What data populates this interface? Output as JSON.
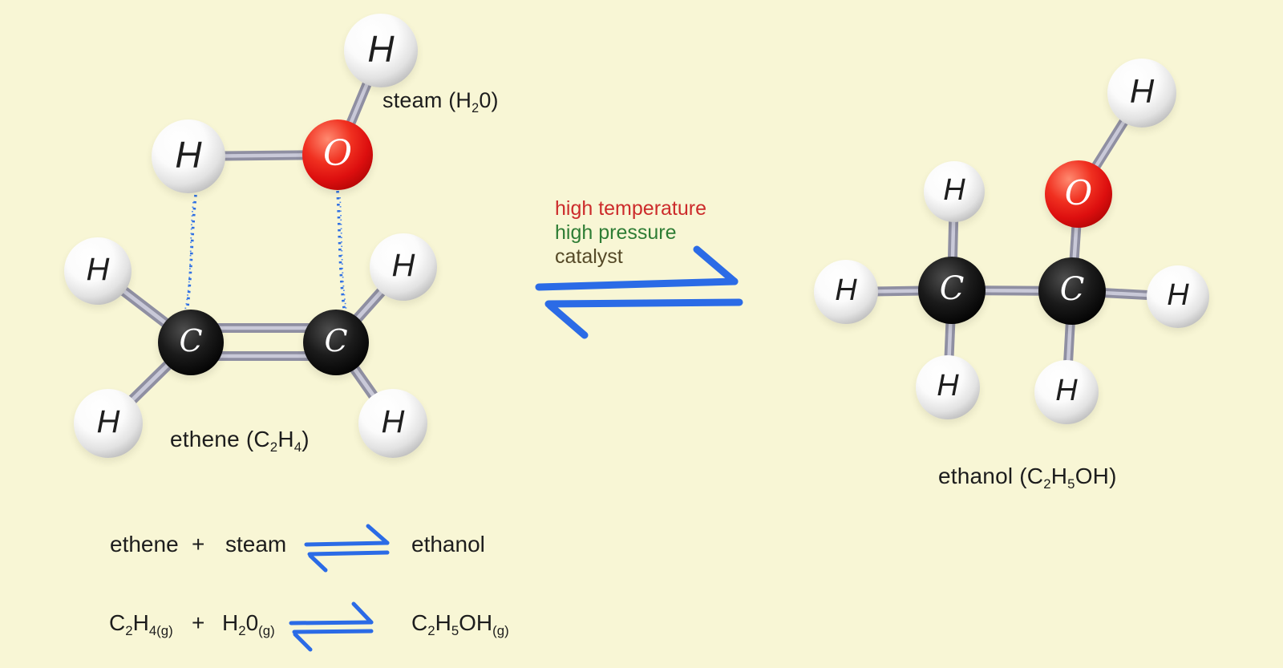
{
  "molecule_labels": {
    "steam": {
      "p1": "steam (H",
      "p2": "2",
      "p3": "0)"
    },
    "ethene": {
      "p1": "ethene (C",
      "p2": "2",
      "p3": "H",
      "p4": "4",
      "p5": ")"
    },
    "ethanol": {
      "p1": "ethanol (C",
      "p2": "2",
      "p3": "H",
      "p4": "5",
      "p5": "OH)"
    }
  },
  "conditions": {
    "temperature": "high temperature",
    "pressure": "high pressure",
    "catalyst": "catalyst"
  },
  "atoms": {
    "steam": {
      "h1": "H",
      "h2": "H",
      "o": "O"
    },
    "ethene": {
      "c1": "C",
      "c2": "C",
      "h1": "H",
      "h2": "H",
      "h3": "H",
      "h4": "H"
    },
    "ethanol": {
      "c1": "C",
      "c2": "C",
      "o": "O",
      "h1": "H",
      "h2": "H",
      "h3": "H",
      "h4": "H",
      "h5": "H",
      "h6": "H"
    }
  },
  "word_equation": {
    "reactant1": "ethene",
    "plus": "+",
    "reactant2": "steam",
    "product": "ethanol"
  },
  "formula_equation": {
    "reactant1": {
      "p1": "C",
      "p2": "2",
      "p3": "H",
      "p4": "4(g)"
    },
    "plus": "+",
    "reactant2": {
      "p1": "H",
      "p2": "2",
      "p3": "0",
      "p4": "(g)"
    },
    "product": {
      "p1": "C",
      "p2": "2",
      "p3": "H",
      "p4": "5",
      "p5": "OH",
      "p6": "(g)"
    }
  },
  "colors": {
    "background": "#f8f6d5",
    "arrow_blue": "#2b6be6",
    "dotted_line_blue": "#2e6fe2",
    "temperature_red": "#cc2b2b",
    "pressure_green": "#2e7d35",
    "catalyst_brown": "#554927",
    "oxygen_red": "#dd0f0f",
    "bond_gray": "#8f8fa2"
  }
}
